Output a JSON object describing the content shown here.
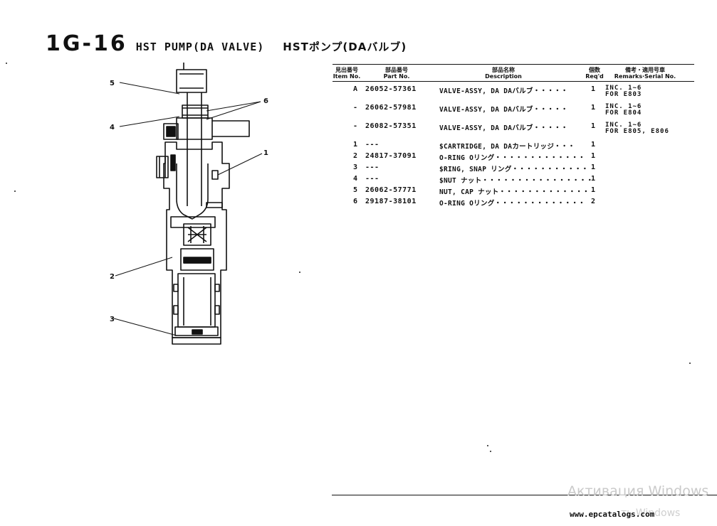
{
  "page": {
    "code": "1G-16",
    "name": "HST PUMP(DA VALVE)",
    "name_jp": "HSTポンプ(DAバルブ)"
  },
  "diagram": {
    "callouts": [
      "5",
      "4",
      "6",
      "1",
      "2",
      "3"
    ]
  },
  "table": {
    "headers": {
      "item_jp": "見出番号",
      "item_en": "Item No.",
      "part_jp": "部品番号",
      "part_en": "Part No.",
      "desc_jp": "部品名称",
      "desc_en": "Description",
      "qty_jp": "個数",
      "qty_en": "Req'd",
      "rem_jp": "備考・適用号車",
      "rem_en": "Remarks·Serial No."
    },
    "rows": [
      {
        "item": "A",
        "part": "26052-57361",
        "desc": "VALVE-ASSY, DA  DAバルブ・・・・・",
        "qty": "1",
        "rem1": "INC. 1~6",
        "rem2": "FOR  E803"
      },
      {
        "item": "-",
        "part": "26062-57981",
        "desc": "VALVE-ASSY, DA  DAバルブ・・・・・",
        "qty": "1",
        "rem1": "INC. 1~6",
        "rem2": "FOR  E804"
      },
      {
        "item": "-",
        "part": "26082-57351",
        "desc": "VALVE-ASSY, DA  DAバルブ・・・・・",
        "qty": "1",
        "rem1": "INC. 1~6",
        "rem2": "FOR  E805, E806"
      },
      {
        "item": "1",
        "part": "---",
        "desc": "$CARTRIDGE, DA  DAカートリッジ・・・",
        "qty": "1",
        "rem1": "",
        "rem2": ""
      },
      {
        "item": "2",
        "part": "24817-37091",
        "desc": "O-RING  Oリング・・・・・・・・・・・・・",
        "qty": "1",
        "rem1": "",
        "rem2": ""
      },
      {
        "item": "3",
        "part": "---",
        "desc": "$RING, SNAP  リング・・・・・・・・・・・",
        "qty": "1",
        "rem1": "",
        "rem2": ""
      },
      {
        "item": "4",
        "part": "---",
        "desc": "$NUT  ナット・・・・・・・・・・・・・・・・",
        "qty": "1",
        "rem1": "",
        "rem2": ""
      },
      {
        "item": "5",
        "part": "26062-57771",
        "desc": "NUT, CAP  ナット・・・・・・・・・・・・・",
        "qty": "1",
        "rem1": "",
        "rem2": ""
      },
      {
        "item": "6",
        "part": "29187-38101",
        "desc": "O-RING  Oリング・・・・・・・・・・・・・",
        "qty": "2",
        "rem1": "",
        "rem2": ""
      }
    ]
  },
  "footer": {
    "site": "www.epcatalogs.com",
    "watermark_1": "Активация Windows",
    "watermark_2": "ть Windows"
  }
}
